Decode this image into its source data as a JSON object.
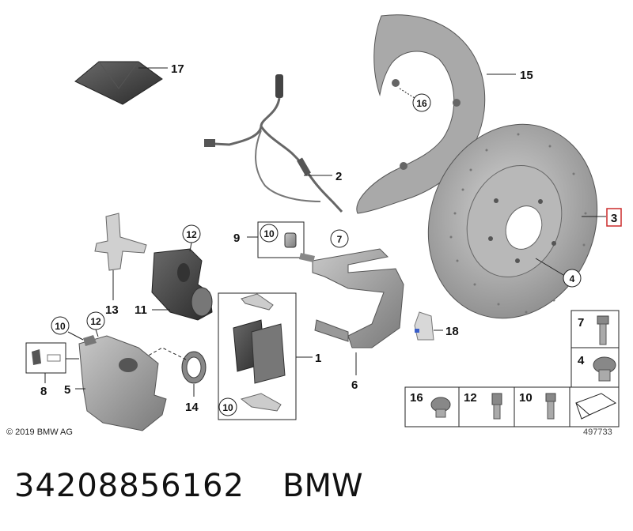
{
  "diagram": {
    "callouts": {
      "c1": "1",
      "c2": "2",
      "c3": "3",
      "c4": "4",
      "c5": "5",
      "c6": "6",
      "c7": "7",
      "c8": "8",
      "c9": "9",
      "c10a": "10",
      "c10b": "10",
      "c10c": "10",
      "c11": "11",
      "c12a": "12",
      "c12b": "12",
      "c13": "13",
      "c14": "14",
      "c15": "15",
      "c16": "16",
      "c17": "17",
      "c18": "18"
    },
    "fastener_table": {
      "right_column": [
        "7",
        "4"
      ],
      "bottom_row": [
        "16",
        "12",
        "10"
      ]
    },
    "highlighted_callout": "3",
    "highlight_color": "#cc2b2b"
  },
  "footer": {
    "copyright": "© 2019 BMW AG",
    "drawing_number": "497733"
  },
  "caption": {
    "part_number": "34208856162",
    "brand": "BMW"
  }
}
